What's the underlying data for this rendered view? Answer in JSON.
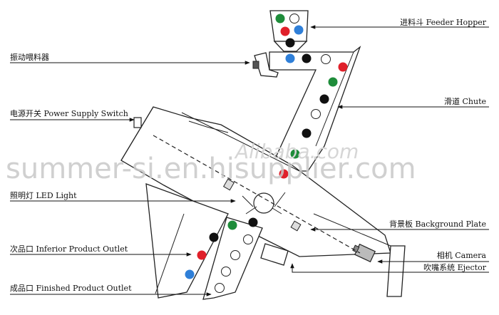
{
  "labels": {
    "feeder_hopper": "进料斗 Feeder Hopper",
    "vibrating_feeder": "振动喂料器",
    "chute": "滑道 Chute",
    "power_switch": "电源开关 Power Supply Switch",
    "led_light": "照明灯 LED Light",
    "background_plate": "背景板 Background Plate",
    "inferior_outlet": "次品口 Inferior Product Outlet",
    "camera": "相机 Camera",
    "ejector": "吹嘴系统 Ejector",
    "finished_outlet": "成品口 Finished Product Outlet"
  },
  "watermark": {
    "main": "summer-si.en.hisupplier.com",
    "secondary": "Alibaba.com"
  },
  "colors": {
    "green": "#1e8c3a",
    "red": "#e0202a",
    "blue": "#2f7fd8",
    "black": "#111111",
    "white": "#ffffff",
    "line": "#222222"
  }
}
